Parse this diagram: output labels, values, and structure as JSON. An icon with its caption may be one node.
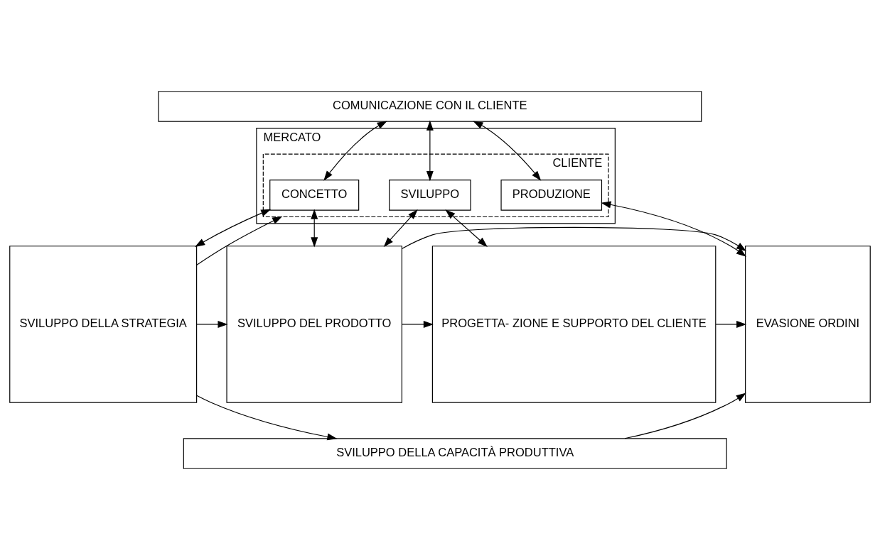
{
  "diagram": {
    "nodes": [
      {
        "text": [
          "COMUNICAZIONE CON IL CLIENTE"
        ]
      },
      {
        "text": [
          "MERCATO"
        ]
      },
      {
        "text": [
          "CLIENTE"
        ],
        "in": 1
      },
      {
        "text": [
          "CONCETTO"
        ],
        "in": 2
      },
      {
        "text": [
          "SVILUPPO"
        ],
        "in": 2
      },
      {
        "text": [
          "PRODUZIONE"
        ],
        "in": 2
      },
      {
        "text": [
          "SVILUPPO DELLA STRATEGIA"
        ]
      },
      {
        "text": [
          "SVILUPPO DEL PRODOTTO"
        ]
      },
      {
        "text": [
          "PROGETTA- ZIONE E SUPPORTO DEL CLIENTE"
        ]
      },
      {
        "text": [
          "EVASIONE ORDINI"
        ]
      },
      {
        "text": [
          "SVILUPPO DELLA CAPACITÀ PRODUTTIVA"
        ]
      }
    ],
    "edges": [
      {
        "from": 0,
        "to": 3,
        "arrow": "both"
      },
      {
        "from": 0,
        "to": 4,
        "arrow": "both"
      },
      {
        "from": 0,
        "to": 5,
        "arrow": "both"
      },
      {
        "from": 6,
        "to": 2,
        "arrow": "to"
      },
      {
        "from": 3,
        "to": 6,
        "arrow": "both"
      },
      {
        "from": 3,
        "to": 7,
        "arrow": "both"
      },
      {
        "from": 4,
        "to": 7,
        "arrow": "both"
      },
      {
        "from": 4,
        "to": 8,
        "arrow": "both"
      },
      {
        "from": 5,
        "to": 9,
        "arrow": "both"
      },
      {
        "from": 6,
        "to": 7,
        "arrow": "to"
      },
      {
        "from": 7,
        "to": 8,
        "arrow": "to"
      },
      {
        "from": 7,
        "to": 9,
        "arrow": "to"
      },
      {
        "from": 8,
        "to": 9,
        "arrow": "to"
      },
      {
        "from": 6,
        "to": 10,
        "arrow": "to"
      },
      {
        "from": 10,
        "to": 9,
        "arrow": "to"
      }
    ]
  }
}
